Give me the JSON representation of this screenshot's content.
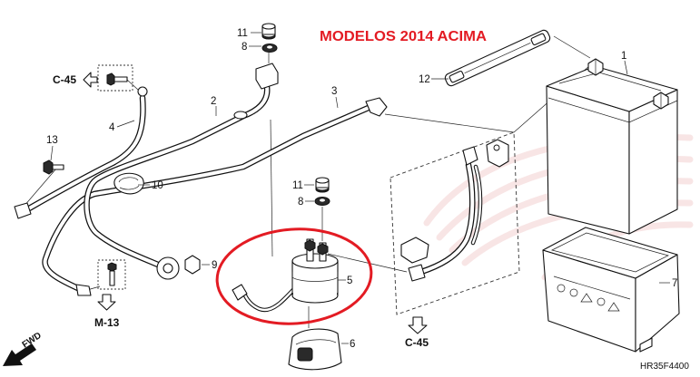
{
  "title": "MODELOS 2014 ACIMA",
  "callouts": [
    "11",
    "8",
    "12",
    "1",
    "2",
    "3",
    "4",
    "13",
    "10",
    "11",
    "8",
    "9",
    "5",
    "7",
    "6"
  ],
  "references": [
    "C-45",
    "M-13",
    "C-45"
  ],
  "fwd_label": "FWD",
  "diagram_code": "HR35F4400",
  "icons": {
    "reference_left": "arrow-left-icon",
    "reference_down": "arrow-down-icon",
    "forward": "fwd-arrow-icon"
  },
  "colors": {
    "title": "#e31b23",
    "highlight": "#e31b23",
    "ink": "#111111",
    "watermark": "#f3cfcf"
  }
}
